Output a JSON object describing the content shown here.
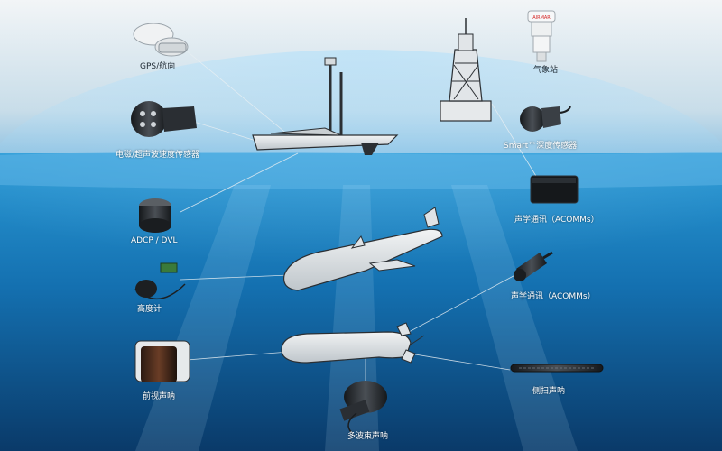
{
  "colors": {
    "sky_top": "#eef3f6",
    "sky_bottom": "#a9cfe8",
    "water_top": "#1e8fd0",
    "water_bottom": "#0a3d6e",
    "vehicle_fill": "#dadfe2",
    "vehicle_stroke": "#2b2f33",
    "device_dark": "#23272b",
    "device_light": "#e9ecee"
  },
  "labels": {
    "gps": "GPS/航向",
    "weather": "气象站",
    "em_sensor": "电磁/超声波速度传感器",
    "depth_sensor": "Smart™深度传感器",
    "acomms_buoy": "声学通讯（ACOMMs）",
    "adcp": "ADCP / DVL",
    "acomms_auv": "声学通讯（ACOMMs）",
    "altimeter": "高度计",
    "forward_sonar": "前视声呐",
    "side_scan": "侧扫声呐",
    "multibeam": "多波束声呐"
  },
  "weather_station_brand": "AIRMAR"
}
